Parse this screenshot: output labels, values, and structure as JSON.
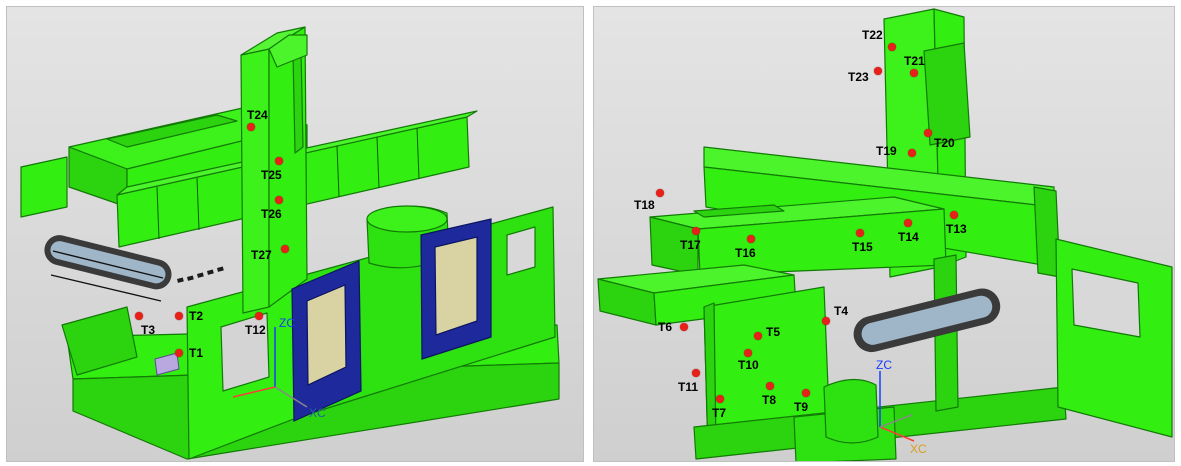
{
  "colors": {
    "machine_green": "#33ee11",
    "edge_green": "#127a06",
    "door_blue": "#1e2a9c",
    "window_beige": "#d9d3a3",
    "marker_red": "#e8201a"
  },
  "left_view": {
    "markers": [
      {
        "id": "T1",
        "label": "T1"
      },
      {
        "id": "T2",
        "label": "T2"
      },
      {
        "id": "T3",
        "label": "T3"
      },
      {
        "id": "T12",
        "label": "T12"
      },
      {
        "id": "T24",
        "label": "T24"
      },
      {
        "id": "T25",
        "label": "T25"
      },
      {
        "id": "T26",
        "label": "T26"
      },
      {
        "id": "T27",
        "label": "T27"
      }
    ],
    "axes": {
      "z": "ZC",
      "x": "XC"
    }
  },
  "right_view": {
    "markers": [
      {
        "id": "T4",
        "label": "T4"
      },
      {
        "id": "T5",
        "label": "T5"
      },
      {
        "id": "T6",
        "label": "T6"
      },
      {
        "id": "T7",
        "label": "T7"
      },
      {
        "id": "T8",
        "label": "T8"
      },
      {
        "id": "T9",
        "label": "T9"
      },
      {
        "id": "T10",
        "label": "T10"
      },
      {
        "id": "T11",
        "label": "T11"
      },
      {
        "id": "T13",
        "label": "T13"
      },
      {
        "id": "T14",
        "label": "T14"
      },
      {
        "id": "T15",
        "label": "T15"
      },
      {
        "id": "T16",
        "label": "T16"
      },
      {
        "id": "T17",
        "label": "T17"
      },
      {
        "id": "T18",
        "label": "T18"
      },
      {
        "id": "T19",
        "label": "T19"
      },
      {
        "id": "T20",
        "label": "T20"
      },
      {
        "id": "T21",
        "label": "T21"
      },
      {
        "id": "T22",
        "label": "T22"
      },
      {
        "id": "T23",
        "label": "T23"
      }
    ],
    "axes": {
      "z": "ZC",
      "x": "XC"
    }
  }
}
